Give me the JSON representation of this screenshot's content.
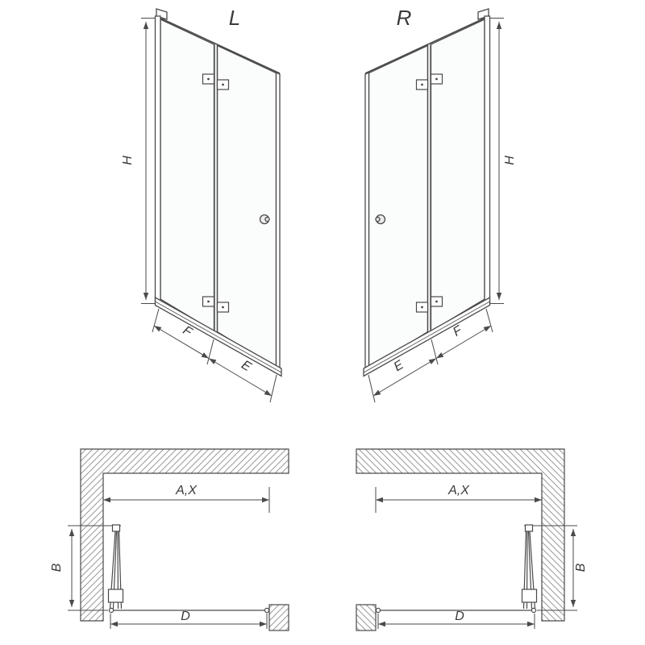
{
  "colors": {
    "background": "#ffffff",
    "line": "#4a4a4a",
    "text": "#3a3a3a",
    "hatch": "#9a9a9a"
  },
  "iso_views": {
    "left": {
      "variant_label": "L",
      "height_dim": "H",
      "panel_dim_inner": "F",
      "panel_dim_outer": "E"
    },
    "right": {
      "variant_label": "R",
      "height_dim": "H",
      "panel_dim_inner": "F",
      "panel_dim_outer": "E"
    }
  },
  "plan_views": {
    "left": {
      "opening_width_dim": "A,X",
      "fold_depth_dim": "B",
      "entry_width_dim": "D"
    },
    "right": {
      "opening_width_dim": "A,X",
      "fold_depth_dim": "B",
      "entry_width_dim": "D"
    }
  }
}
